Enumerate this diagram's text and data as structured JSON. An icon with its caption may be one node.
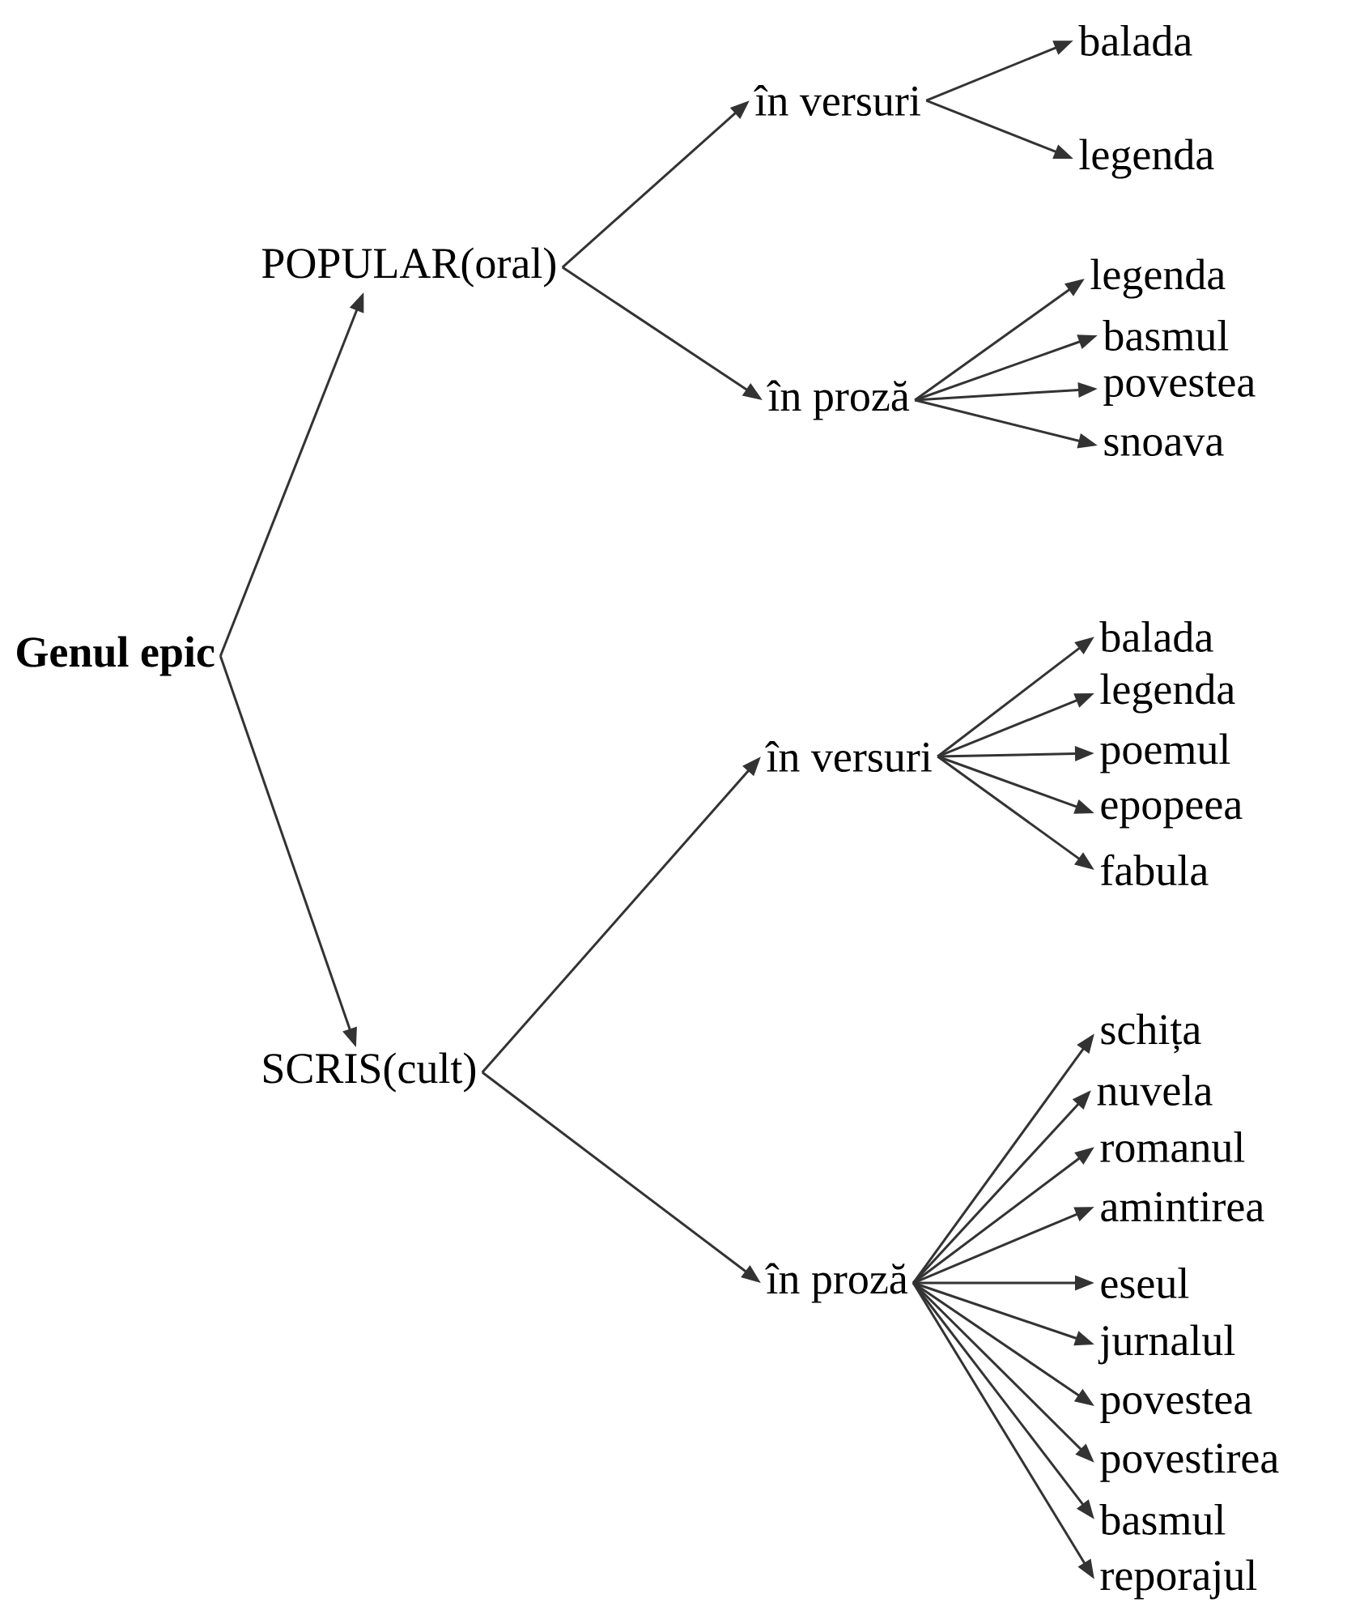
{
  "diagram": {
    "nodes": [
      {
        "text": [
          "**Genul epic**"
        ]
      },
      {
        "text": [
          "POPULAR(oral)"
        ]
      },
      {
        "text": [
          "în versuri"
        ]
      },
      {
        "text": [
          "balada"
        ]
      },
      {
        "text": [
          "legenda"
        ]
      },
      {
        "text": [
          "în proză"
        ]
      },
      {
        "text": [
          "legenda"
        ]
      },
      {
        "text": [
          "basmul"
        ]
      },
      {
        "text": [
          "povestea"
        ]
      },
      {
        "text": [
          "snoava"
        ]
      },
      {
        "text": [
          "SCRIS(cult)"
        ]
      },
      {
        "text": [
          "în versuri"
        ]
      },
      {
        "text": [
          "balada"
        ]
      },
      {
        "text": [
          "legenda"
        ]
      },
      {
        "text": [
          "poemul"
        ]
      },
      {
        "text": [
          "epopeea"
        ]
      },
      {
        "text": [
          "fabula"
        ]
      },
      {
        "text": [
          "în proză"
        ]
      },
      {
        "text": [
          "schița"
        ]
      },
      {
        "text": [
          "nuvela"
        ]
      },
      {
        "text": [
          "romanul"
        ]
      },
      {
        "text": [
          "amintirea"
        ]
      },
      {
        "text": [
          "eseul"
        ]
      },
      {
        "text": [
          "jurnalul"
        ]
      },
      {
        "text": [
          "povestea"
        ]
      },
      {
        "text": [
          "povestirea"
        ]
      },
      {
        "text": [
          "basmul"
        ]
      },
      {
        "text": [
          "reporajul"
        ]
      }
    ],
    "edges": [
      {
        "from": 0,
        "to": 1,
        "arrow": "to"
      },
      {
        "from": 0,
        "to": 10,
        "arrow": "to"
      },
      {
        "from": 1,
        "to": 2,
        "arrow": "to"
      },
      {
        "from": 1,
        "to": 5,
        "arrow": "to"
      },
      {
        "from": 2,
        "to": 3,
        "arrow": "to"
      },
      {
        "from": 2,
        "to": 4,
        "arrow": "to"
      },
      {
        "from": 5,
        "to": 6,
        "arrow": "to"
      },
      {
        "from": 5,
        "to": 7,
        "arrow": "to"
      },
      {
        "from": 5,
        "to": 8,
        "arrow": "to"
      },
      {
        "from": 5,
        "to": 9,
        "arrow": "to"
      },
      {
        "from": 10,
        "to": 11,
        "arrow": "to"
      },
      {
        "from": 10,
        "to": 17,
        "arrow": "to"
      },
      {
        "from": 11,
        "to": 12,
        "arrow": "to"
      },
      {
        "from": 11,
        "to": 13,
        "arrow": "to"
      },
      {
        "from": 11,
        "to": 14,
        "arrow": "to"
      },
      {
        "from": 11,
        "to": 15,
        "arrow": "to"
      },
      {
        "from": 11,
        "to": 16,
        "arrow": "to"
      },
      {
        "from": 17,
        "to": 18,
        "arrow": "to"
      },
      {
        "from": 17,
        "to": 19,
        "arrow": "to"
      },
      {
        "from": 17,
        "to": 20,
        "arrow": "to"
      },
      {
        "from": 17,
        "to": 21,
        "arrow": "to"
      },
      {
        "from": 17,
        "to": 22,
        "arrow": "to"
      },
      {
        "from": 17,
        "to": 23,
        "arrow": "to"
      },
      {
        "from": 17,
        "to": 24,
        "arrow": "to"
      },
      {
        "from": 17,
        "to": 25,
        "arrow": "to"
      },
      {
        "from": 17,
        "to": 26,
        "arrow": "to"
      },
      {
        "from": 17,
        "to": 27,
        "arrow": "to"
      }
    ]
  }
}
